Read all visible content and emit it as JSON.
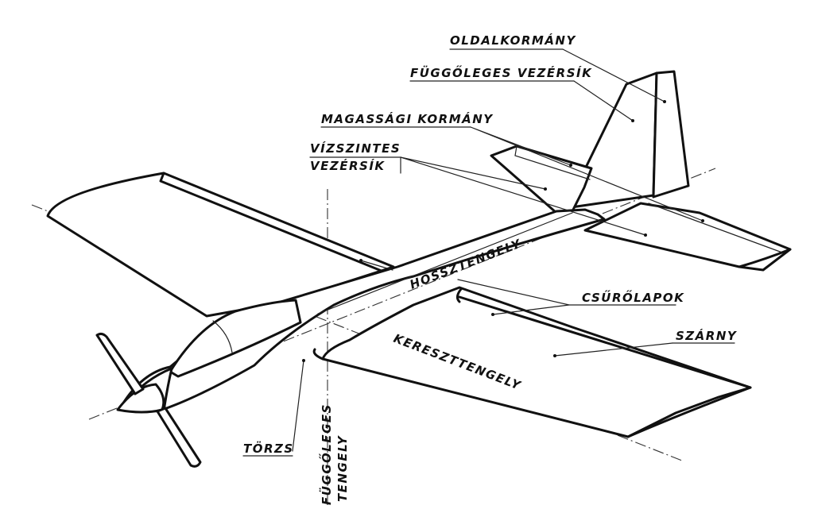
{
  "labels": {
    "oldalkormany": "OLDALKORMÁNY",
    "fuggoleges_vezersik": "FÜGGŐLEGES VEZÉRSÍK",
    "magassagi_kormany": "MAGASSÁGI KORMÁNY",
    "vizszintes_line1": "VÍZSZINTES",
    "vizszintes_line2": "VEZÉRSÍK",
    "hossztengely": "HOSSZTENGELY",
    "csurolapok": "CSŰRŐLAPOK",
    "szarny": "SZÁRNY",
    "keresztengely": "KERESZTTENGELY",
    "torzs": "TÖRZS",
    "fuggoleges_tengely_line1": "FÜGGŐLEGES",
    "fuggoleges_tengely_line2": "TENGELY"
  },
  "colors": {
    "ink": "#111111",
    "paper": "#ffffff"
  }
}
